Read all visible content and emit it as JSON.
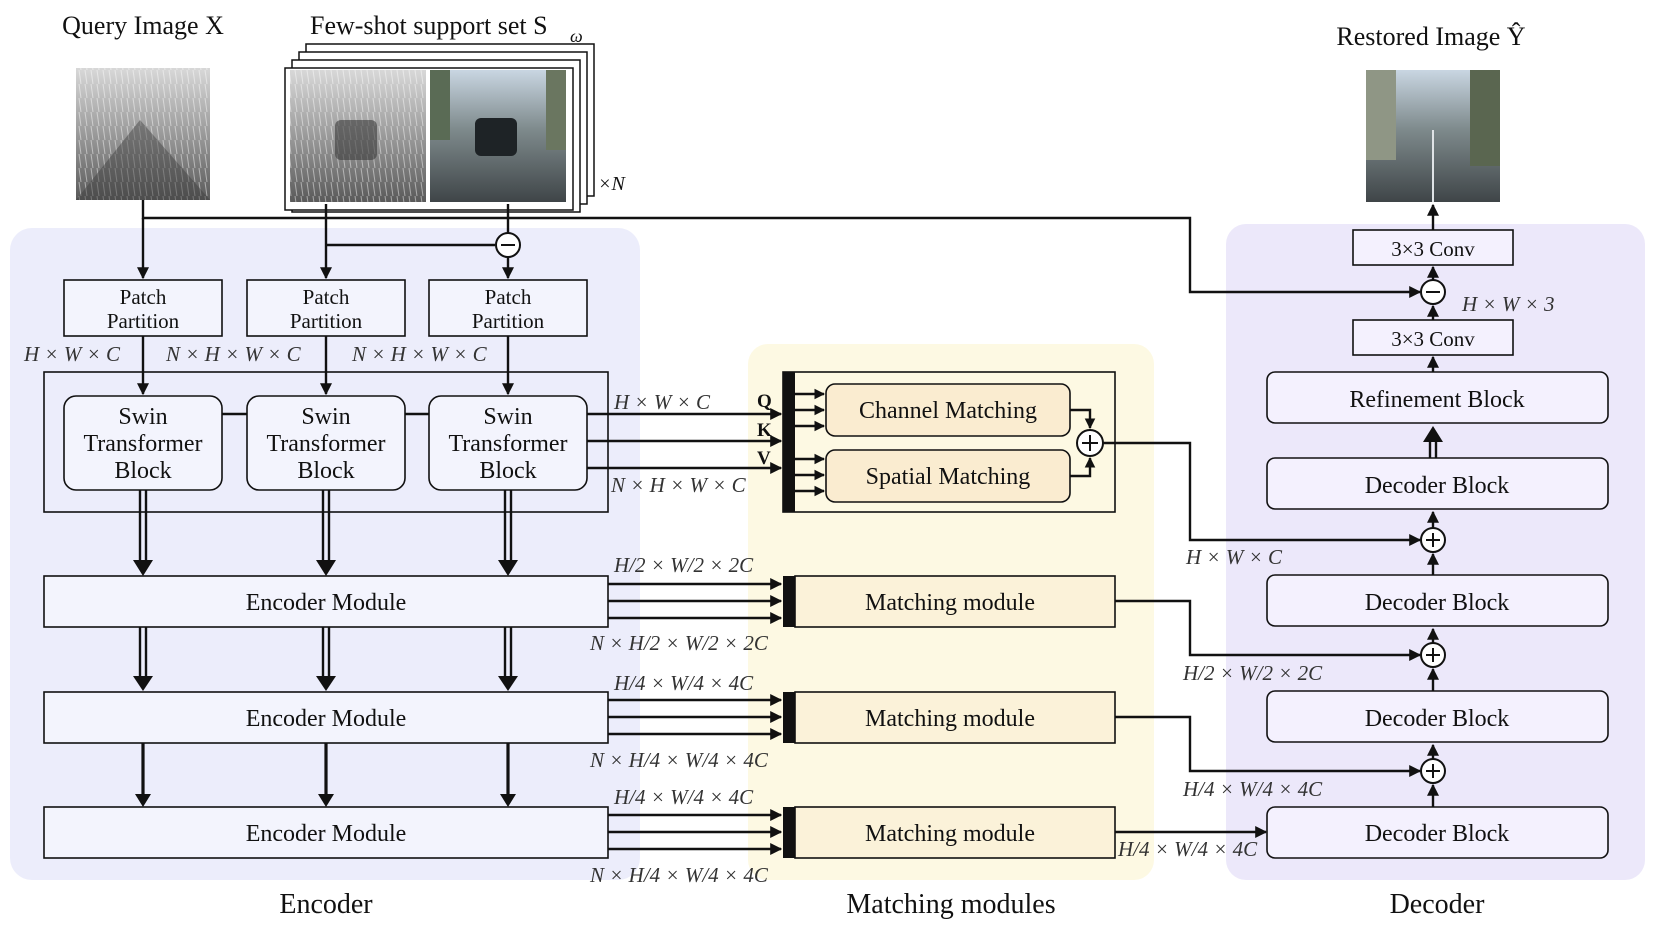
{
  "headers": {
    "query": "Query Image X",
    "support": "Few-shot support set S",
    "support_sub": "ω",
    "times_n": "×N",
    "restored": "Restored Image Ŷ"
  },
  "encoder": {
    "section_label": "Encoder",
    "patch_partition": [
      "Patch",
      "Partition"
    ],
    "swin_block": [
      "Swin",
      "Transformer",
      "Block"
    ],
    "encoder_module": "Encoder Module",
    "dims": {
      "q_in": "H × W × C",
      "s_in": "N × H × W × C",
      "s2_in": "N × H × W × C"
    }
  },
  "matching": {
    "section_label": "Matching modules",
    "channel": "Channel Matching",
    "spatial": "Spatial Matching",
    "module": "Matching module",
    "q": "Q",
    "k": "K",
    "v": "V",
    "dims": {
      "l0_top": "H × W × C",
      "l0_bottom": "N × H × W × C",
      "l1_top": "H/2 × W/2 × 2C",
      "l1_bottom": "N × H/2 × W/2 × 2C",
      "l2_top": "H/4 × W/4 × 4C",
      "l2_bottom": "N × H/4 × W/4 × 4C",
      "l3_top": "H/4 × W/4 × 4C",
      "l3_bottom": "N × H/4 × W/4 × 4C",
      "l3_out": "H/4 × W/4 × 4C"
    }
  },
  "decoder": {
    "section_label": "Decoder",
    "conv": "3×3 Conv",
    "refinement": "Refinement Block",
    "decoder_block": "Decoder Block",
    "dims": {
      "hw3": "H × W × 3",
      "hwc": "H × W × C",
      "h2": "H/2 × W/2 × 2C",
      "h4": "H/4 × W/4 × 4C"
    }
  },
  "colors": {
    "encoder_bg": "#ecedfb",
    "matching_bg": "#fdf9e3",
    "decoder_bg": "#ece8fa",
    "box_fill": "#f3f4fd",
    "match_fill": "#faecd0",
    "decoder_fill": "#f4f1fe"
  }
}
